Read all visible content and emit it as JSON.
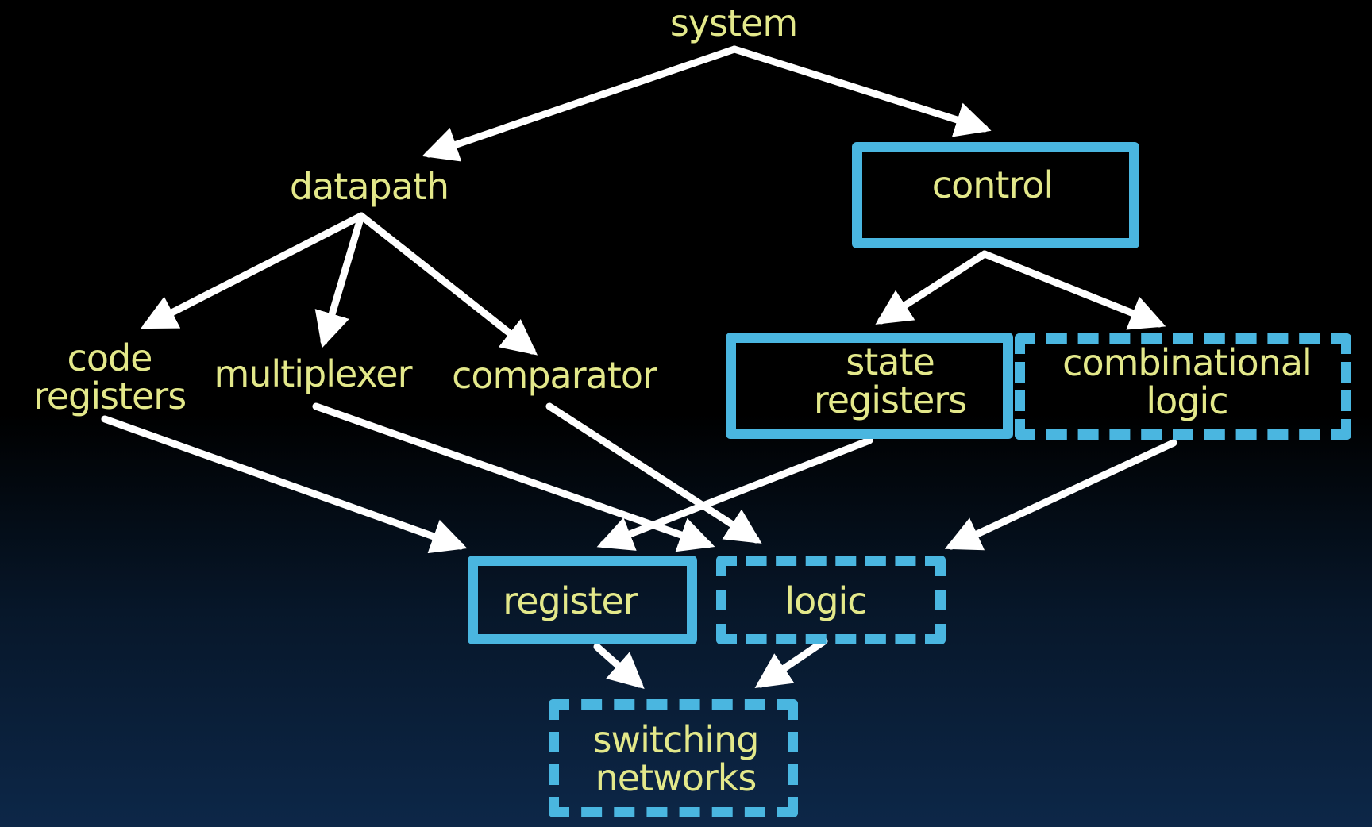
{
  "colors": {
    "text": "#e3e88a",
    "box": "#4ab6e0",
    "arrow": "#ffffff"
  },
  "nodes": {
    "system": "system",
    "datapath": "datapath",
    "control": "control",
    "code_registers": "code\nregisters",
    "multiplexer": "multiplexer",
    "comparator": "comparator",
    "state_registers": "state\nregisters",
    "combinational_logic": "combinational\nlogic",
    "register": "register",
    "logic": "logic",
    "switching_networks": "switching\nnetworks"
  }
}
